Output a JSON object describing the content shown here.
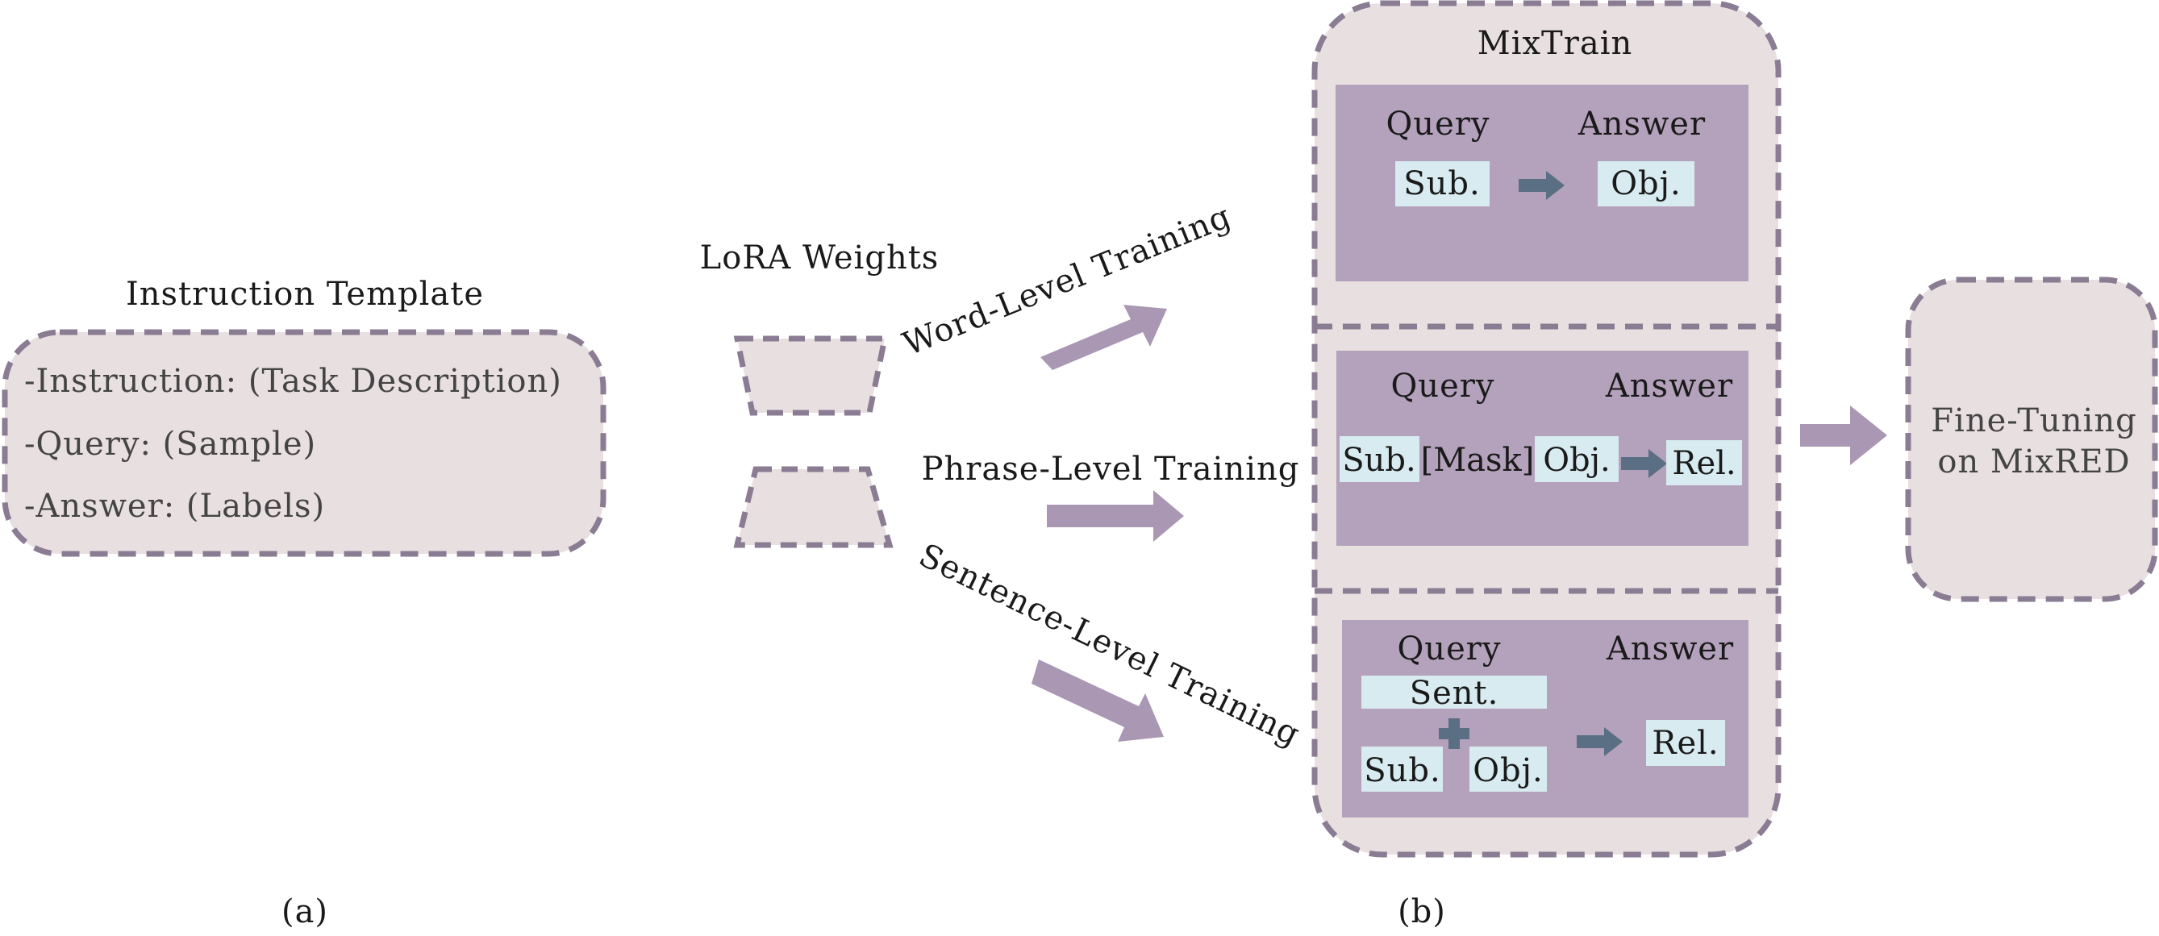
{
  "colors": {
    "light_fill": "#e8dfe1",
    "dash_stroke": "#8a7c93",
    "panel_fill": "#b4a1bb",
    "token_fill": "#d7ebf0",
    "arrow_purple": "#aa97b3",
    "arrow_slate": "#5a6e84",
    "text": "#1a1a1a",
    "text_gray": "#444444"
  },
  "template": {
    "title": "Instruction Template",
    "lines": [
      "-Instruction: (Task Description)",
      "-Query: (Sample)",
      "-Answer: (Labels)"
    ]
  },
  "lora": {
    "title": "LoRA Weights"
  },
  "training": {
    "word": "Word-Level Training",
    "phrase": "Phrase-Level Training",
    "sentence": "Sentence-Level Training"
  },
  "mixtrain": {
    "title": "MixTrain",
    "word": {
      "query": "Query",
      "answer": "Answer",
      "sub": "Sub.",
      "obj": "Obj."
    },
    "phrase": {
      "query": "Query",
      "answer": "Answer",
      "sub": "Sub.",
      "mask": "[Mask]",
      "obj": "Obj.",
      "rel": "Rel."
    },
    "sentence": {
      "query": "Query",
      "answer": "Answer",
      "sent": "Sent.",
      "sub": "Sub.",
      "obj": "Obj.",
      "rel": "Rel."
    }
  },
  "finetune": {
    "line1": "Fine-Tuning",
    "line2": "on MixRED"
  },
  "captions": {
    "a": "(a)",
    "b": "(b)"
  }
}
